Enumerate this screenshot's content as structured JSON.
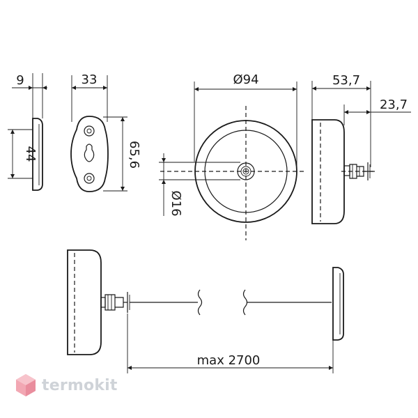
{
  "dimensions": {
    "wall_plate_depth": "9",
    "wall_plate_height": "44",
    "bracket_width": "33",
    "bracket_height": "65,6",
    "drum_diameter": "Ø94",
    "hook_diameter": "Ø16",
    "drum_depth": "53,7",
    "hook_projection": "23,7",
    "max_length": "max 2700"
  },
  "brand": {
    "name": "termokit"
  },
  "colors": {
    "line": "#1a1a1a",
    "logo_text": "#cfd3d8",
    "logo_mark": "#f2a7b3"
  }
}
